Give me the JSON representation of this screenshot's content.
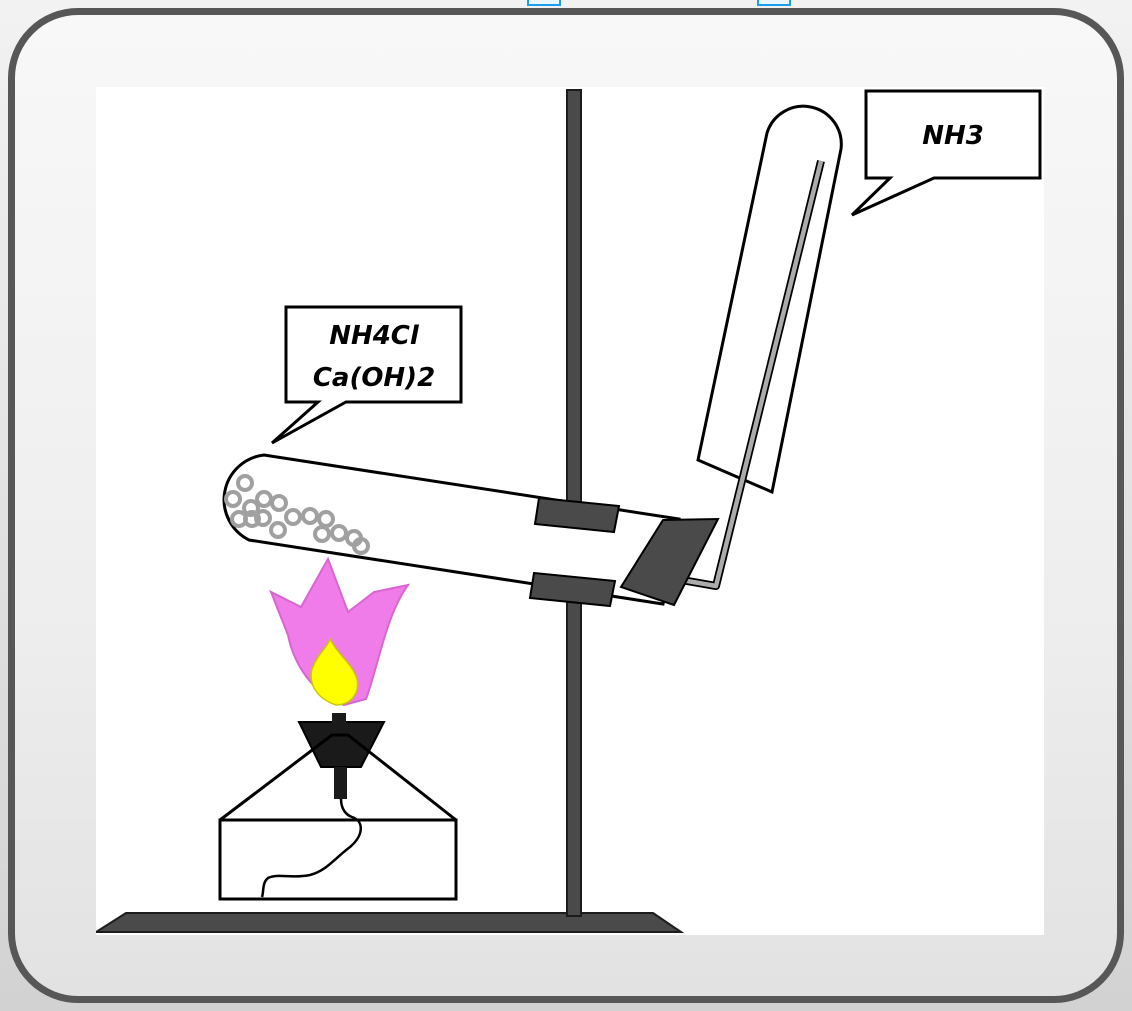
{
  "labels": {
    "product_gas": "NH3",
    "reactant_1": "NH4Cl",
    "reactant_2": "Ca(OH)2"
  },
  "colors": {
    "frame_border": "#575757",
    "flame_outer": "#f07ce9",
    "flame_inner": "#ffff00",
    "clamp": "#4a4a4a",
    "stand": "#4a4a4a",
    "delivery_tube": "#999999",
    "particles": "#999999",
    "top_marker": "#1aa0e6"
  },
  "icons": {
    "burner": "alcohol-lamp",
    "stand": "retort-stand"
  }
}
